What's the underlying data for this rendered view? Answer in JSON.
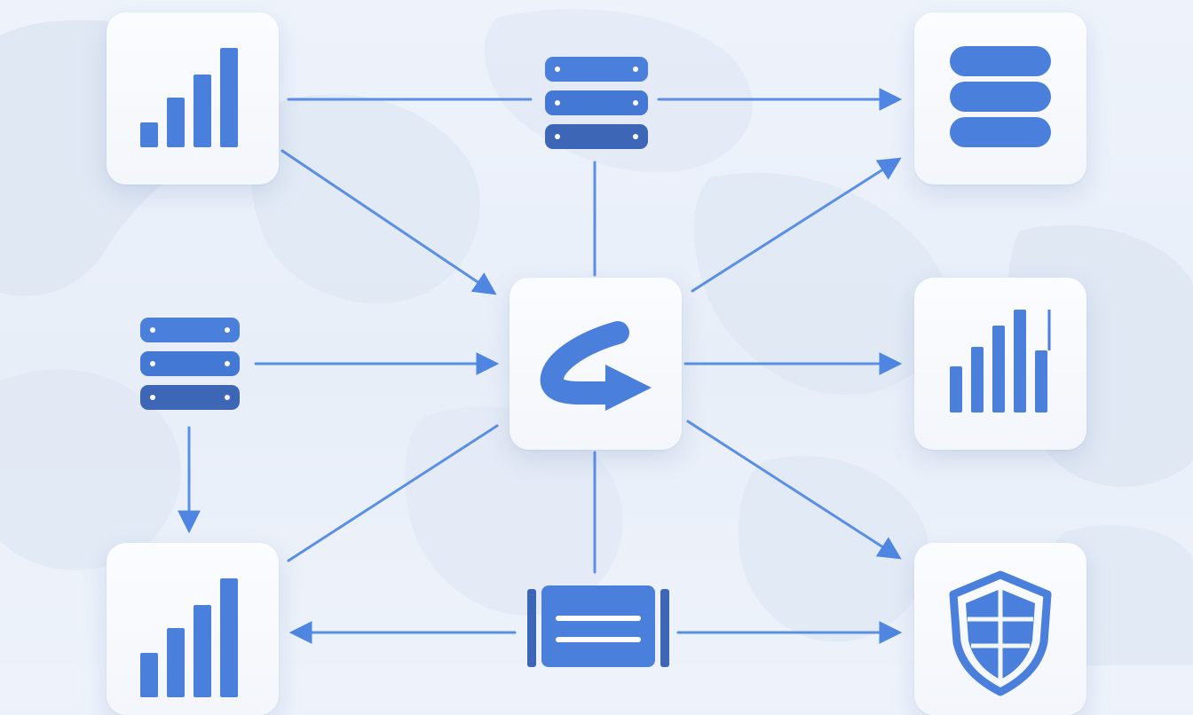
{
  "diagram": {
    "palette": {
      "background": "#e9eff8",
      "card": "#f7f9fd",
      "connector": "#4f86e2",
      "icon_blue": "#4a7fdc",
      "icon_dark": "#3d66b6"
    },
    "nodes": [
      {
        "id": "n1",
        "icon": "signal-bars-icon"
      },
      {
        "id": "n2",
        "icon": "server-stack-icon"
      },
      {
        "id": "n3",
        "icon": "database-icon"
      },
      {
        "id": "n4",
        "icon": "server-stack-icon"
      },
      {
        "id": "n5",
        "icon": "curved-arrow-icon"
      },
      {
        "id": "n6",
        "icon": "bar-chart-icon"
      },
      {
        "id": "n7",
        "icon": "bar-chart-icon"
      },
      {
        "id": "n8",
        "icon": "document-list-icon"
      },
      {
        "id": "n9",
        "icon": "shield-icon"
      }
    ],
    "edges": [
      {
        "from": "n1",
        "to": "n2",
        "arrow": false
      },
      {
        "from": "n2",
        "to": "n3",
        "arrow": true
      },
      {
        "from": "n1",
        "to": "n5",
        "arrow": true
      },
      {
        "from": "n2",
        "to": "n5",
        "arrow": false
      },
      {
        "from": "n5",
        "to": "n3",
        "arrow": true
      },
      {
        "from": "n4",
        "to": "n5",
        "arrow": true
      },
      {
        "from": "n5",
        "to": "n6",
        "arrow": true
      },
      {
        "from": "n4",
        "to": "n7",
        "arrow": true
      },
      {
        "from": "n7",
        "to": "n5",
        "arrow": false
      },
      {
        "from": "n5",
        "to": "n8",
        "arrow": false
      },
      {
        "from": "n5",
        "to": "n9",
        "arrow": true
      },
      {
        "from": "n8",
        "to": "n7",
        "arrow": true
      },
      {
        "from": "n8",
        "to": "n9",
        "arrow": true
      }
    ]
  }
}
